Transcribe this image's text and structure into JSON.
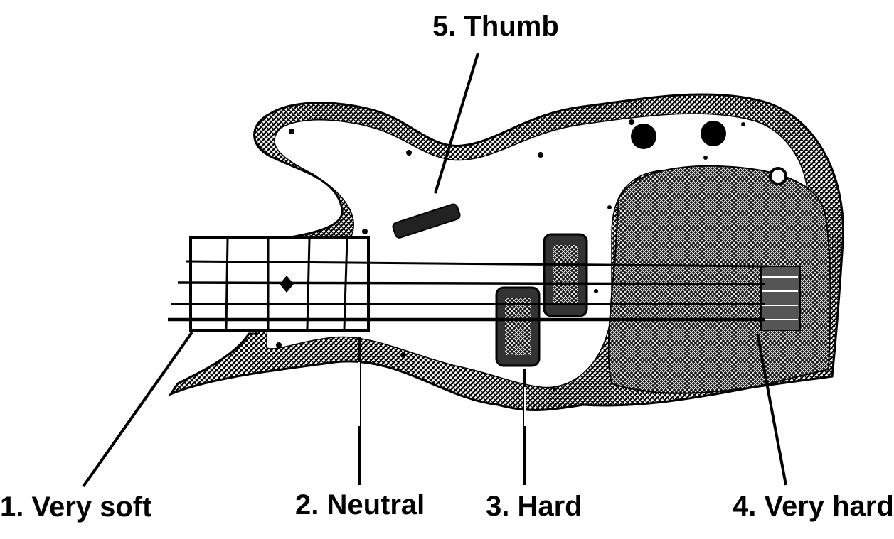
{
  "diagram": {
    "colors": {
      "ink": "#000000",
      "paper": "#ffffff"
    },
    "labels": {
      "thumb": "5. Thumb",
      "very_soft": "1. Very soft",
      "neutral": "2. Neutral",
      "hard": "3. Hard",
      "very_hard": "4. Very hard"
    }
  }
}
